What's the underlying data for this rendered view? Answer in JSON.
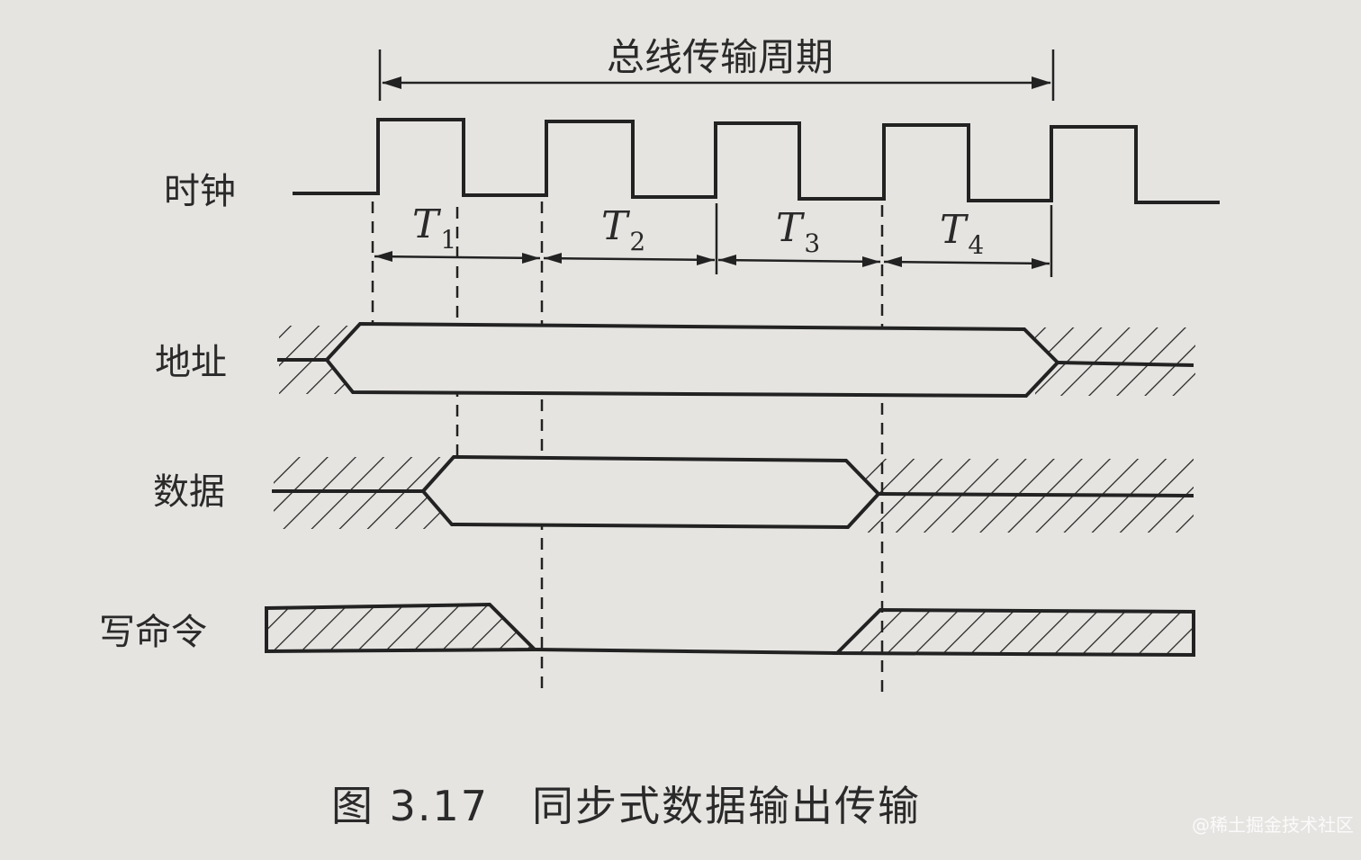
{
  "period_label": "总线传输周期",
  "signals": {
    "clock": "时钟",
    "address": "地址",
    "data": "数据",
    "write": "写命令"
  },
  "cycles": [
    {
      "letter": "T",
      "sub": "1"
    },
    {
      "letter": "T",
      "sub": "2"
    },
    {
      "letter": "T",
      "sub": "3"
    },
    {
      "letter": "T",
      "sub": "4"
    }
  ],
  "caption": "图 3.17　同步式数据输出传输",
  "watermark": "@稀土掘金技术社区"
}
